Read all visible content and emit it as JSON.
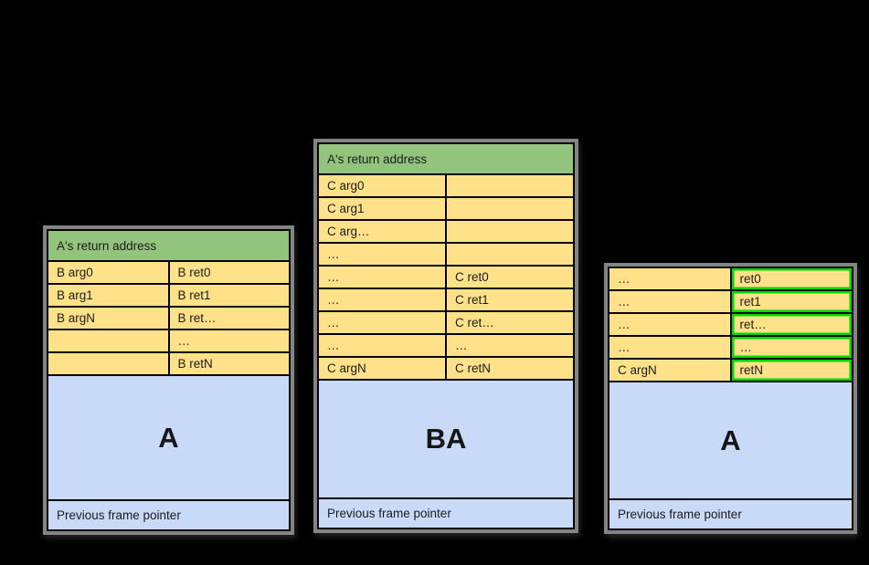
{
  "diagram": {
    "description": "stack-frame-diagram",
    "background": "#000000",
    "colors": {
      "header_green": "#93c47d",
      "cell_yellow": "#ffe18a",
      "frame_blue": "#c9daf8",
      "highlight_green": "#00d800",
      "outer_gray": "#848484",
      "border_black": "#000000"
    },
    "stacks": [
      {
        "name": "left-stack",
        "header": "A's return address",
        "rows": [
          [
            "B arg0",
            "B ret0"
          ],
          [
            "B arg1",
            "B ret1"
          ],
          [
            "B argN",
            "B ret…"
          ],
          [
            "",
            "…"
          ],
          [
            "",
            "B retN"
          ]
        ],
        "frame_label": "A",
        "footer": "Previous frame pointer",
        "highlight_right_column": false
      },
      {
        "name": "middle-stack",
        "header": "A's return address",
        "rows": [
          [
            "C arg0",
            ""
          ],
          [
            "C arg1",
            ""
          ],
          [
            "C arg…",
            ""
          ],
          [
            "…",
            ""
          ],
          [
            "…",
            "C ret0"
          ],
          [
            "…",
            "C ret1"
          ],
          [
            "…",
            "C ret…"
          ],
          [
            "…",
            "…"
          ],
          [
            "C argN",
            "C retN"
          ]
        ],
        "frame_label": "BA",
        "footer": "Previous frame pointer",
        "highlight_right_column": false
      },
      {
        "name": "right-stack",
        "rows": [
          [
            "…",
            "ret0"
          ],
          [
            "…",
            "ret1"
          ],
          [
            "…",
            "ret…"
          ],
          [
            "…",
            "…"
          ],
          [
            "C argN",
            "retN"
          ]
        ],
        "frame_label": "A",
        "footer": "Previous frame pointer",
        "highlight_right_column": true
      }
    ]
  }
}
